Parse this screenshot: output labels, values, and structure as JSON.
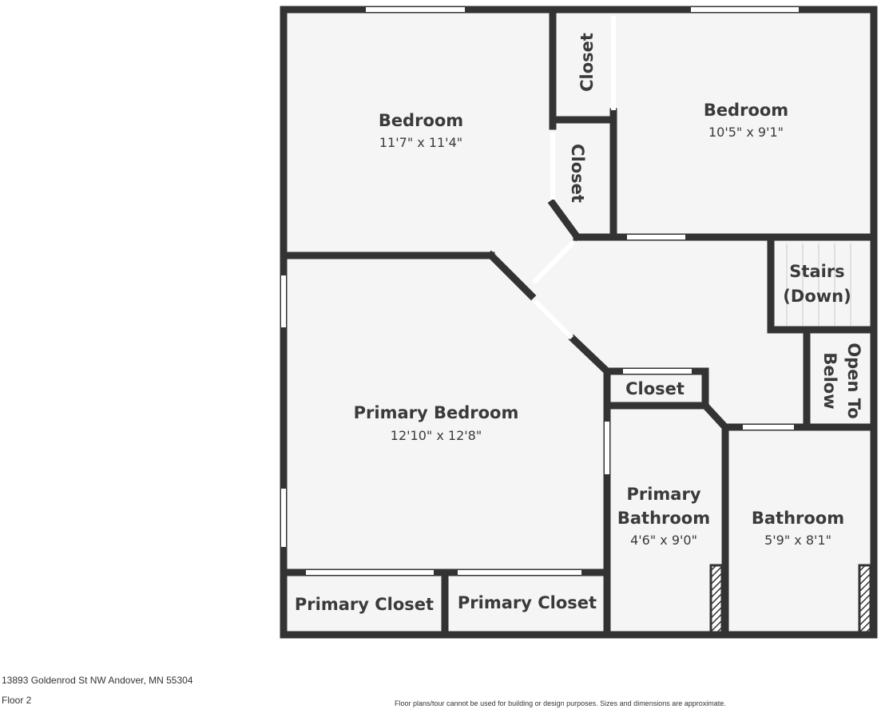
{
  "floorplan": {
    "rooms": [
      {
        "name": "Bedroom",
        "dims": "11'7\" x 11'4\""
      },
      {
        "name": "Bedroom",
        "dims": "10'5\" x 9'1\""
      },
      {
        "name": "Closet"
      },
      {
        "name": "Closet"
      },
      {
        "name": "Stairs",
        "line2": "(Down)"
      },
      {
        "name": "Open To",
        "line2": "Below"
      },
      {
        "name": "Closet"
      },
      {
        "name": "Primary Bedroom",
        "dims": "12'10\" x 12'8\""
      },
      {
        "name": "Primary",
        "line2": "Bathroom",
        "dims": "4'6\" x 9'0\""
      },
      {
        "name": "Bathroom",
        "dims": "5'9\" x 8'1\""
      },
      {
        "name": "Primary Closet"
      },
      {
        "name": "Primary Closet"
      }
    ],
    "colors": {
      "wall": "#333333",
      "floor": "#f5f5f5",
      "opening": "#ffffff"
    }
  },
  "footer": {
    "address": "13893 Goldenrod St NW Andover, MN 55304",
    "floor": "Floor 2",
    "disclaimer": "Floor plans/tour cannot be used for building or design purposes. Sizes and dimensions are approximate."
  }
}
